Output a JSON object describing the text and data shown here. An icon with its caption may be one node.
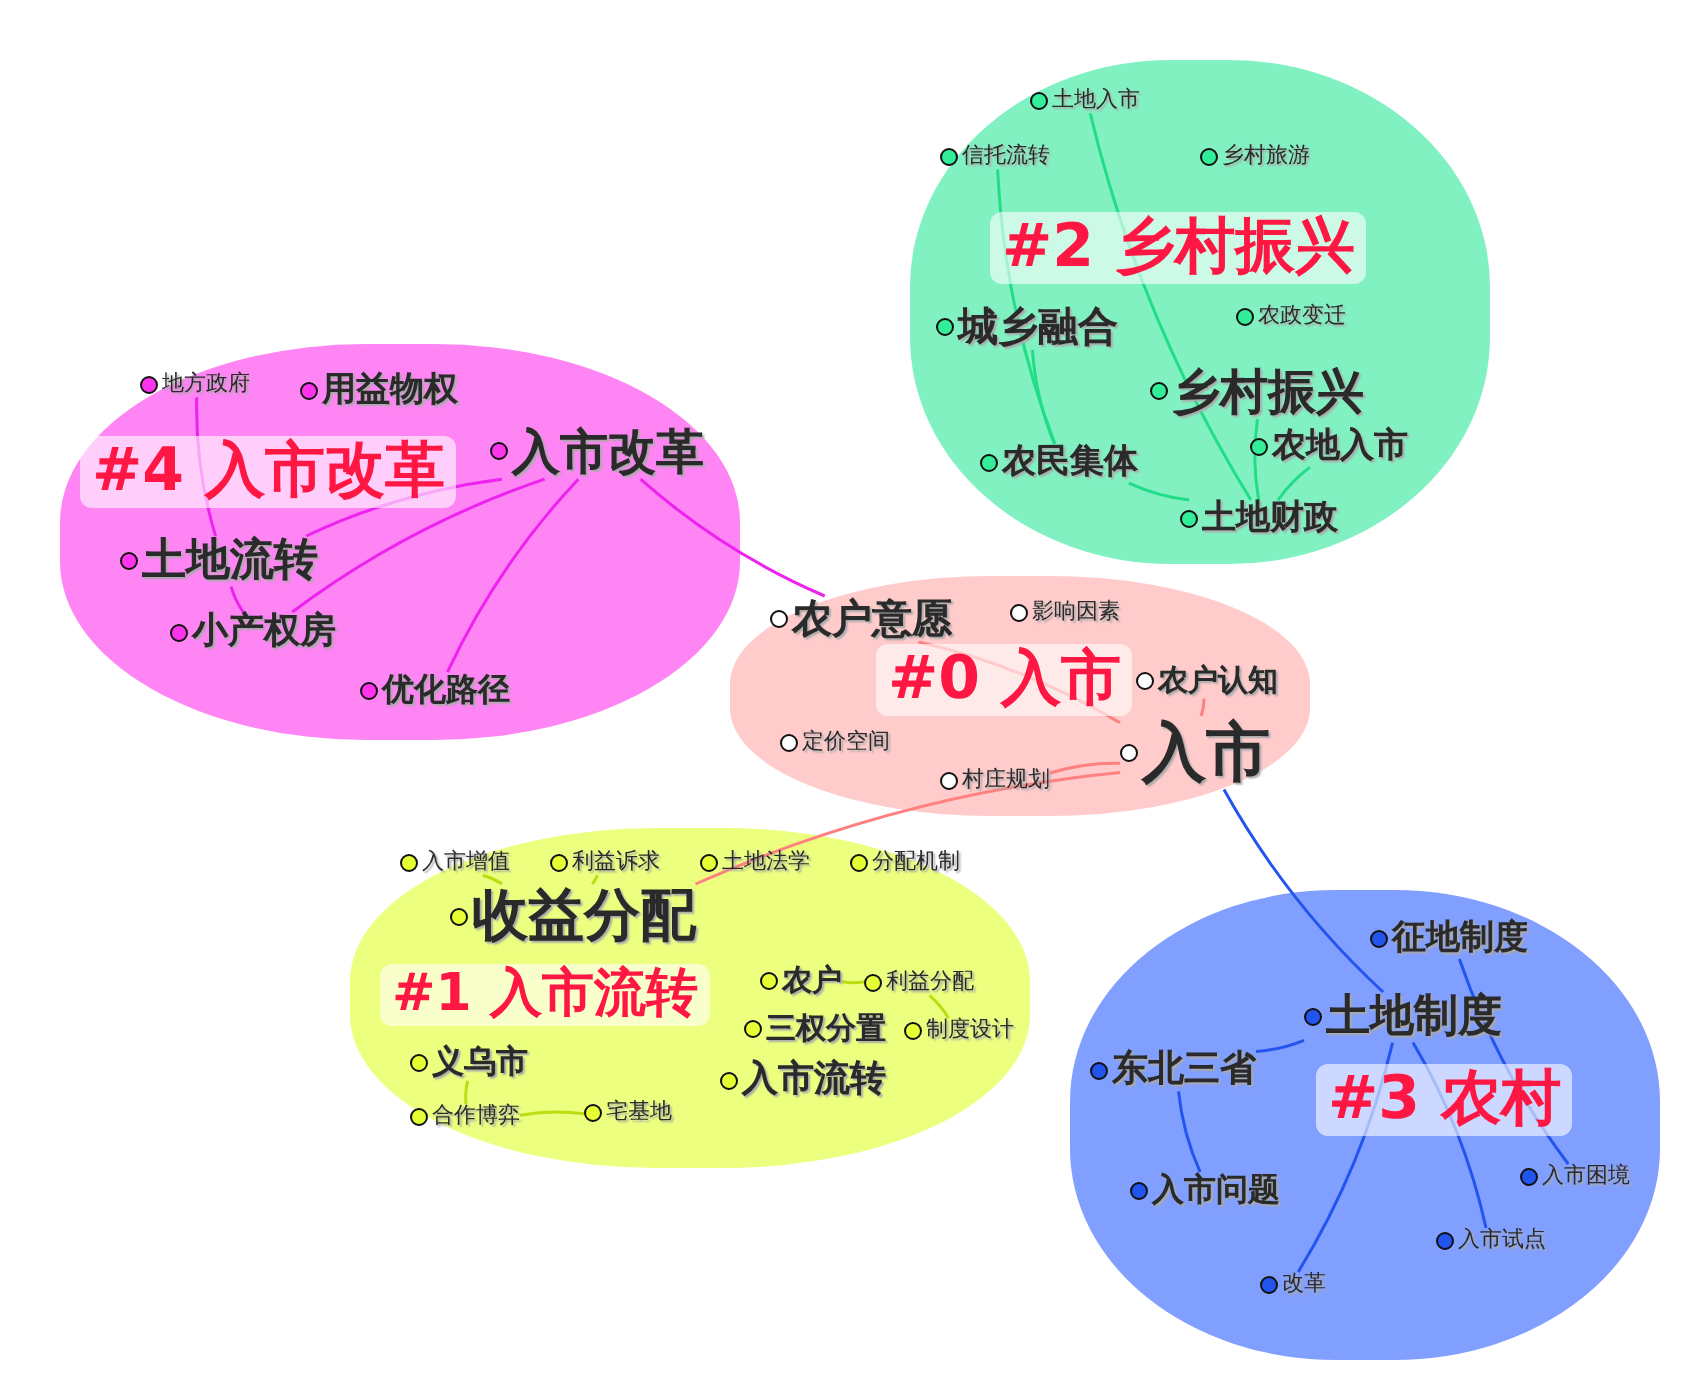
{
  "diagram": {
    "nodes": [
      {
        "text": [
          "#2 乡村振兴"
        ]
      },
      {
        "text": [
          "土地入市"
        ],
        "in": 0
      },
      {
        "text": [
          "信托流转"
        ],
        "in": 0
      },
      {
        "text": [
          "城乡融合"
        ],
        "in": 0
      },
      {
        "text": [
          "乡村旅游"
        ],
        "in": 0
      },
      {
        "text": [
          "农政变迁"
        ],
        "in": 0
      },
      {
        "text": [
          "乡村振兴"
        ],
        "in": 0
      },
      {
        "text": [
          "农民集体"
        ],
        "in": 0
      },
      {
        "text": [
          "农地入市"
        ],
        "in": 0
      },
      {
        "text": [
          "土地财政"
        ],
        "in": 0
      },
      {
        "text": [
          "#4 入市改革"
        ]
      },
      {
        "text": [
          "地方政府"
        ],
        "in": 10
      },
      {
        "text": [
          "用益物权"
        ],
        "in": 10
      },
      {
        "text": [
          "入市改革"
        ],
        "in": 10
      },
      {
        "text": [
          "土地流转"
        ],
        "in": 10
      },
      {
        "text": [
          "小产权房"
        ],
        "in": 10
      },
      {
        "text": [
          "优化路径"
        ],
        "in": 10
      },
      {
        "text": [
          "#0 入市"
        ]
      },
      {
        "text": [
          "农户意愿"
        ],
        "in": 17
      },
      {
        "text": [
          "定价空间"
        ],
        "in": 17
      },
      {
        "text": [
          "影响因素"
        ],
        "in": 17
      },
      {
        "text": [
          "农户认知"
        ],
        "in": 17
      },
      {
        "text": [
          "入市"
        ],
        "in": 17
      },
      {
        "text": [
          "村庄规划"
        ],
        "in": 17
      },
      {
        "text": [
          "#1 入市流转"
        ]
      },
      {
        "text": [
          "入市增值"
        ],
        "in": 24
      },
      {
        "text": [
          "利益诉求"
        ],
        "in": 24
      },
      {
        "text": [
          "土地法学"
        ],
        "in": 24
      },
      {
        "text": [
          "分配机制"
        ],
        "in": 24
      },
      {
        "text": [
          "收益分配"
        ],
        "in": 24
      },
      {
        "text": [
          "农户"
        ],
        "in": 24
      },
      {
        "text": [
          "三权分置"
        ],
        "in": 24
      },
      {
        "text": [
          "利益分配"
        ],
        "in": 24
      },
      {
        "text": [
          "入市流转"
        ],
        "in": 24
      },
      {
        "text": [
          "义乌市"
        ],
        "in": 24
      },
      {
        "text": [
          "制度设计"
        ],
        "in": 24
      },
      {
        "text": [
          "合作博弈"
        ],
        "in": 24
      },
      {
        "text": [
          "宅基地"
        ],
        "in": 24
      },
      {
        "text": [
          "#3 农村"
        ]
      },
      {
        "text": [
          "征地制度"
        ],
        "in": 38
      },
      {
        "text": [
          "土地制度"
        ],
        "in": 38
      },
      {
        "text": [
          "东北三省"
        ],
        "in": 38
      },
      {
        "text": [
          "入市问题"
        ],
        "in": 38
      },
      {
        "text": [
          "入市困境"
        ],
        "in": 38
      },
      {
        "text": [
          "入市试点"
        ],
        "in": 38
      },
      {
        "text": [
          "改革"
        ],
        "in": 38
      }
    ],
    "edges": [
      {
        "from": 2,
        "to": 7,
        "arrow": "none",
        "color": "#22dd88"
      },
      {
        "from": 1,
        "to": 9,
        "arrow": "none",
        "color": "#22dd88"
      },
      {
        "from": 7,
        "to": 9,
        "arrow": "none",
        "color": "#22dd88"
      },
      {
        "from": 6,
        "to": 9,
        "arrow": "none",
        "color": "#22dd88"
      },
      {
        "from": 8,
        "to": 9,
        "arrow": "none",
        "color": "#22dd88"
      },
      {
        "from": 3,
        "to": 7,
        "arrow": "none",
        "color": "#22dd88"
      },
      {
        "from": 13,
        "to": 14,
        "arrow": "none",
        "color": "#ee22ee"
      },
      {
        "from": 13,
        "to": 15,
        "arrow": "none",
        "color": "#ee22ee"
      },
      {
        "from": 13,
        "to": 16,
        "arrow": "none",
        "color": "#ee22ee"
      },
      {
        "from": 11,
        "to": 14,
        "arrow": "none",
        "color": "#ee22ee"
      },
      {
        "from": 14,
        "to": 15,
        "arrow": "none",
        "color": "#ee22ee"
      },
      {
        "from": 13,
        "to": 18,
        "arrow": "none",
        "color": "#ee22ee"
      },
      {
        "from": 22,
        "to": 21,
        "arrow": "none",
        "color": "#ff8080"
      },
      {
        "from": 22,
        "to": 29,
        "arrow": "none",
        "color": "#ff8080"
      },
      {
        "from": 22,
        "to": 18,
        "arrow": "none",
        "color": "#ff8080"
      },
      {
        "from": 22,
        "to": 23,
        "arrow": "none",
        "color": "#ff8080"
      },
      {
        "from": 29,
        "to": 25,
        "arrow": "none",
        "color": "#bbdd11"
      },
      {
        "from": 30,
        "to": 32,
        "arrow": "none",
        "color": "#bbdd11"
      },
      {
        "from": 34,
        "to": 36,
        "arrow": "none",
        "color": "#bbdd11"
      },
      {
        "from": 37,
        "to": 36,
        "arrow": "none",
        "color": "#bbdd11"
      },
      {
        "from": 35,
        "to": 32,
        "arrow": "none",
        "color": "#bbdd11"
      },
      {
        "from": 29,
        "to": 26,
        "arrow": "none",
        "color": "#bbdd11"
      },
      {
        "from": 41,
        "to": 40,
        "arrow": "none",
        "color": "#2255ee"
      },
      {
        "from": 41,
        "to": 42,
        "arrow": "none",
        "color": "#2255ee"
      },
      {
        "from": 39,
        "to": 43,
        "arrow": "none",
        "color": "#2255ee"
      },
      {
        "from": 45,
        "to": 40,
        "arrow": "none",
        "color": "#2255ee"
      },
      {
        "from": 44,
        "to": 40,
        "arrow": "none",
        "color": "#2255ee"
      },
      {
        "from": 22,
        "to": 40,
        "arrow": "none",
        "color": "#2255ee"
      }
    ]
  }
}
